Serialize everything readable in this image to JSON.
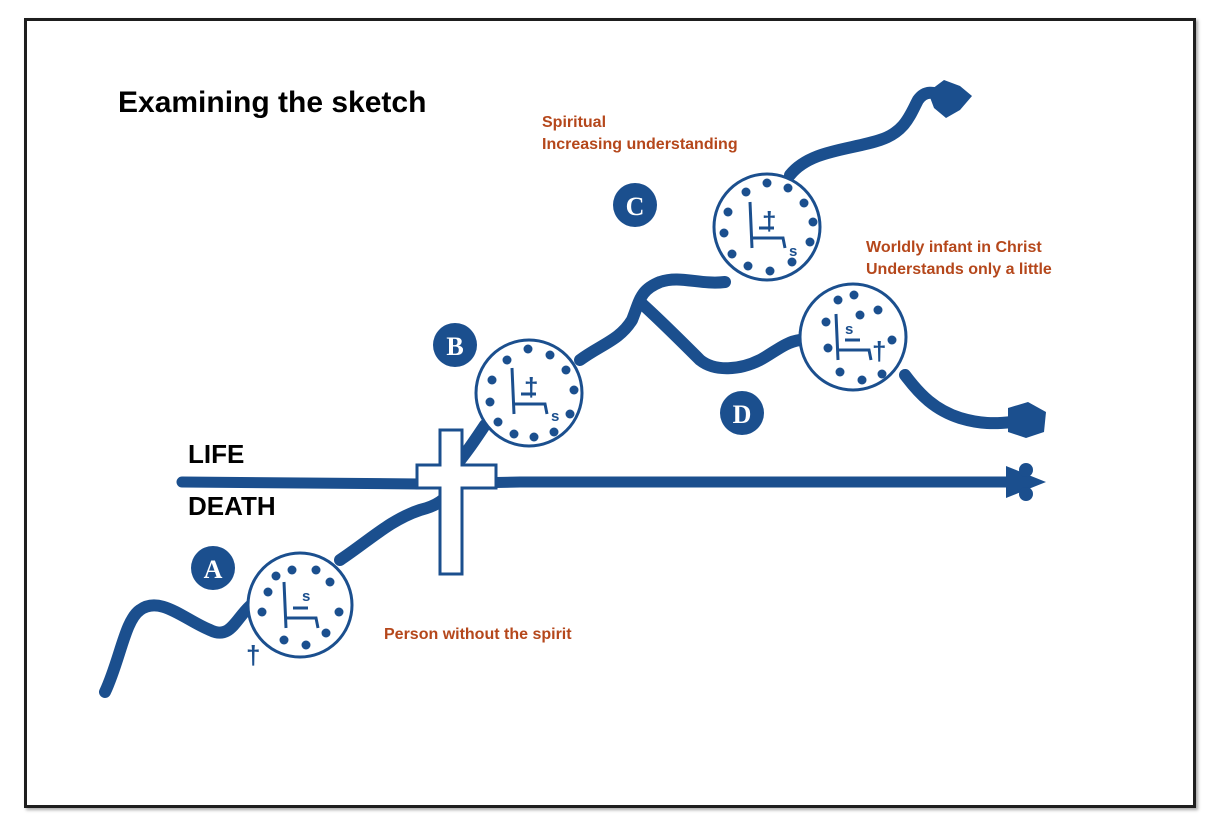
{
  "title": "Examining the sketch",
  "colors": {
    "path": "#1b4f8e",
    "note": "#b5471b",
    "frame": "#1e1e1e"
  },
  "labels": {
    "life": "LIFE",
    "death": "DEATH"
  },
  "stages": {
    "a": {
      "marker": "A",
      "note": "Person without the spirit"
    },
    "b": {
      "marker": "B"
    },
    "c": {
      "marker": "C",
      "note_line1": "Spiritual",
      "note_line2": "Increasing understanding"
    },
    "d": {
      "marker": "D",
      "note_line1": "Worldly infant in Christ",
      "note_line2": "Understands only a little"
    }
  },
  "icons": {
    "cross": "†",
    "self": "s",
    "center_cross": "cross-icon",
    "throne": "chair-icon"
  }
}
